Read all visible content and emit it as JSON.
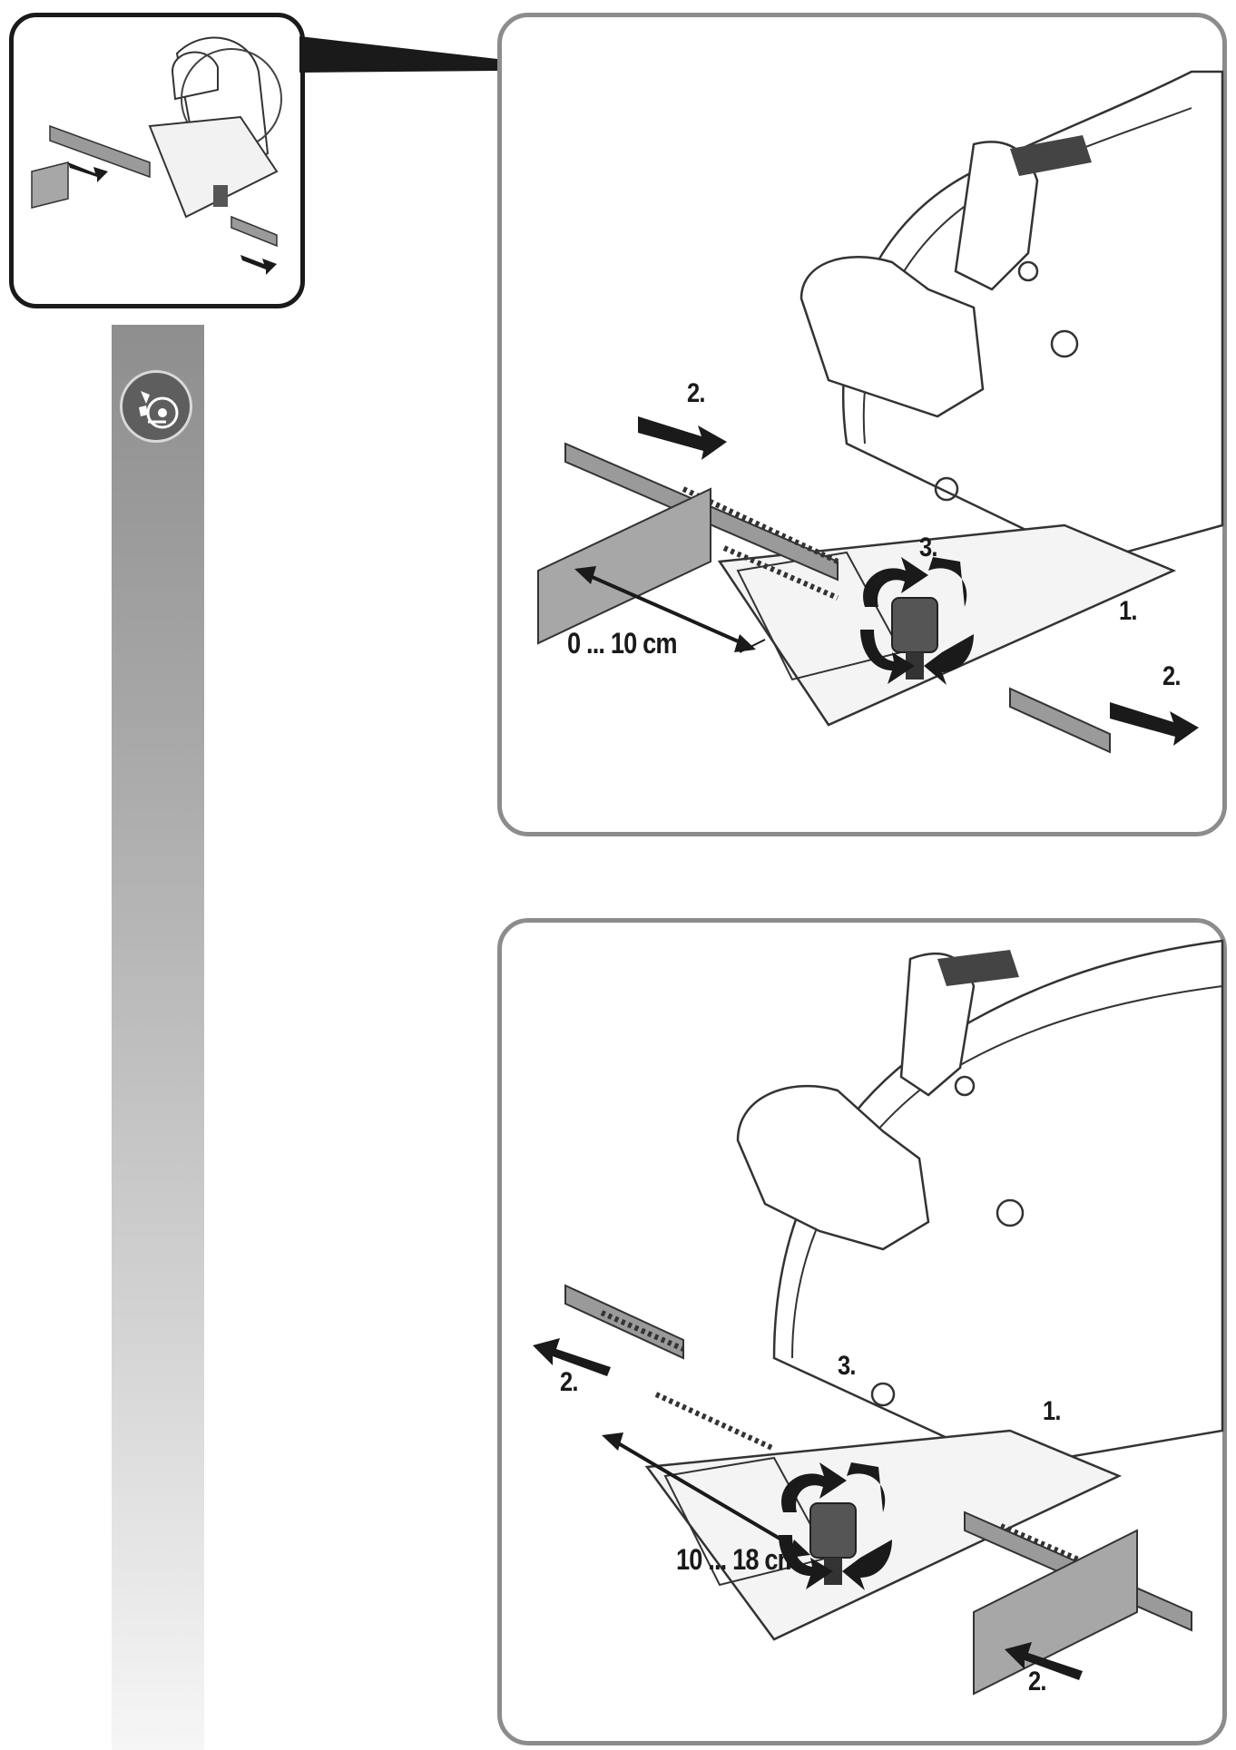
{
  "panel_top": {
    "step_2_left": "2.",
    "step_3": "3.",
    "step_1": "1.",
    "step_2_right": "2.",
    "range": "0 ... 10 cm"
  },
  "panel_bottom": {
    "step_2_left": "2.",
    "step_3": "3.",
    "step_1": "1.",
    "step_2_bottom": "2.",
    "range": "10 ... 18 cm"
  },
  "badge": {
    "icon": "circular-saw-adjust-icon"
  },
  "colors": {
    "frame": "#8c8c8c",
    "inset_border": "#1a1a1a",
    "arrow": "#1a1a1a",
    "strip_top": "#8e8e8e",
    "strip_bottom": "#f6f6f6"
  }
}
